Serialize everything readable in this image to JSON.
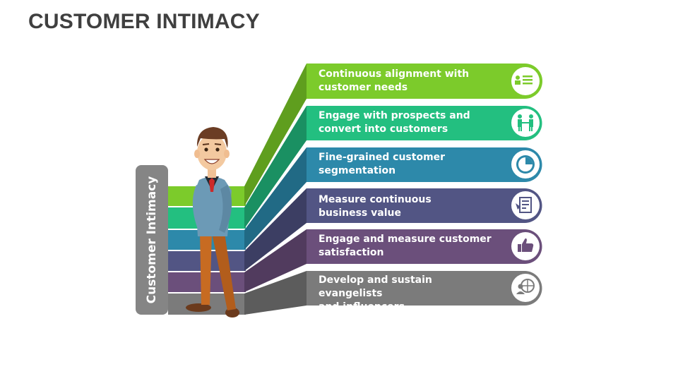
{
  "title": "CUSTOMER INTIMACY",
  "side_label": "Customer Intimacy",
  "colors": {
    "title": "#3f3f3f",
    "side_bar": "#858585",
    "green": "#7ccb2b",
    "teal": "#23bf80",
    "blue": "#2d89aa",
    "indigo": "#525584",
    "purple": "#6b4f7b",
    "gray": "#7b7b7b"
  },
  "items": [
    {
      "line1": "Continuous alignment with",
      "line2": "customer needs",
      "icon": "customer-profile-icon",
      "color": "#7ccb2b"
    },
    {
      "line1": "Engage with prospects and",
      "line2": "convert into customers",
      "icon": "handshake-people-icon",
      "color": "#23bf80"
    },
    {
      "line1": "Fine-grained customer",
      "line2": "segmentation",
      "icon": "pie-chart-icon",
      "color": "#2d89aa"
    },
    {
      "line1": "Measure continuous",
      "line2": "business value",
      "icon": "document-chart-icon",
      "color": "#525584"
    },
    {
      "line1": "Engage and measure customer",
      "line2": "satisfaction",
      "icon": "thumbs-up-icon",
      "color": "#6b4f7b"
    },
    {
      "line1": "Develop and sustain evangelists",
      "line2": "and influencers",
      "icon": "globe-person-icon",
      "color": "#7b7b7b"
    }
  ]
}
